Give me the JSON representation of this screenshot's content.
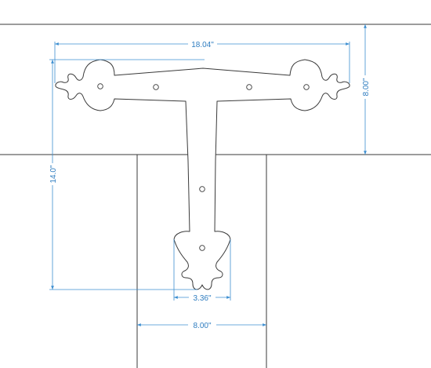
{
  "colors": {
    "dimension": "#2f7dc0",
    "outline": "#3a3a3a",
    "background": "#ffffff"
  },
  "dimensions": {
    "overall_width": "18.04\"",
    "height_top": "8.00\"",
    "overall_height": "14.0\"",
    "foot_width": "3.36\"",
    "post_width": "8.00\""
  }
}
